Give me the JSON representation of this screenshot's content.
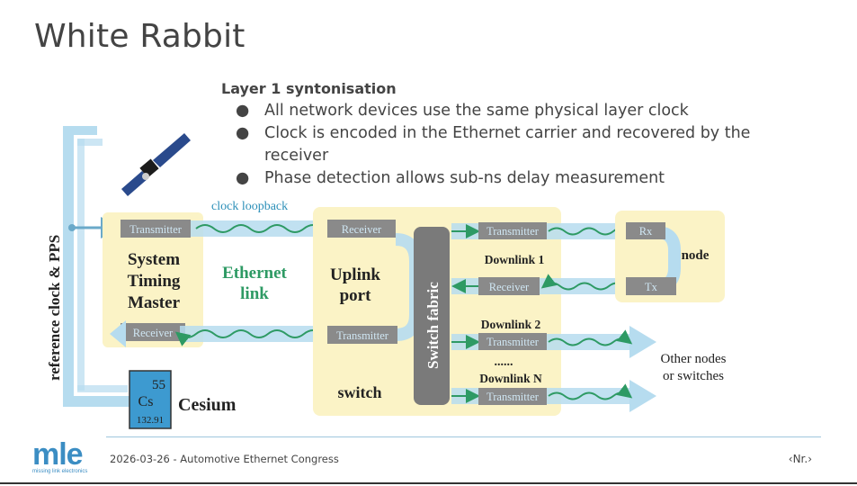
{
  "slide": {
    "title": "White Rabbit",
    "heading": "Layer 1 syntonisation",
    "bullets": [
      "All network devices use the same physical layer clock",
      "Clock is encoded in the Ethernet carrier and recovered by the receiver",
      "Phase detection allows sub-ns delay measurement"
    ],
    "bullet_glyph": "●"
  },
  "diagram": {
    "side_label": "reference clock & PPS",
    "clock_loopback": "clock loopback",
    "master": {
      "title_lines": [
        "System",
        "Timing",
        "Master"
      ],
      "transmitter": "Transmitter",
      "receiver": "Receiver"
    },
    "ethernet_link": [
      "Ethernet",
      "link"
    ],
    "uplink": {
      "title_lines": [
        "Uplink",
        "port"
      ],
      "receiver": "Receiver",
      "transmitter": "Transmitter"
    },
    "switch_label": "switch",
    "switch_fabric": "Switch fabric",
    "downlinks": {
      "d1": "Downlink 1",
      "d2": "Downlink 2",
      "dots": "......",
      "dn": "Downlink N",
      "d1_transmitter": "Transmitter",
      "d1_receiver": "Receiver",
      "d2_transmitter": "Transmitter",
      "dn_transmitter": "Transmitter"
    },
    "node": {
      "label": "node",
      "rx": "Rx",
      "tx": "Tx"
    },
    "other_nodes": [
      "Other nodes",
      "or switches"
    ],
    "cesium": {
      "number": "55",
      "symbol": "Cs",
      "mass": "132.91",
      "name": "Cesium"
    },
    "colors": {
      "box_fill": "#fbf3c6",
      "pipe": "#b6dcef",
      "label_gray": "#8a8a8a",
      "label_text": "#cfe6f3",
      "green": "#2e9a64",
      "fabric": "#7a7a7a"
    }
  },
  "footer": {
    "logo": "mle",
    "logo_subtitle": "missing link electronics",
    "text": "2026-03-26 - Automotive Ethernet Congress",
    "page": "‹Nr.›"
  }
}
